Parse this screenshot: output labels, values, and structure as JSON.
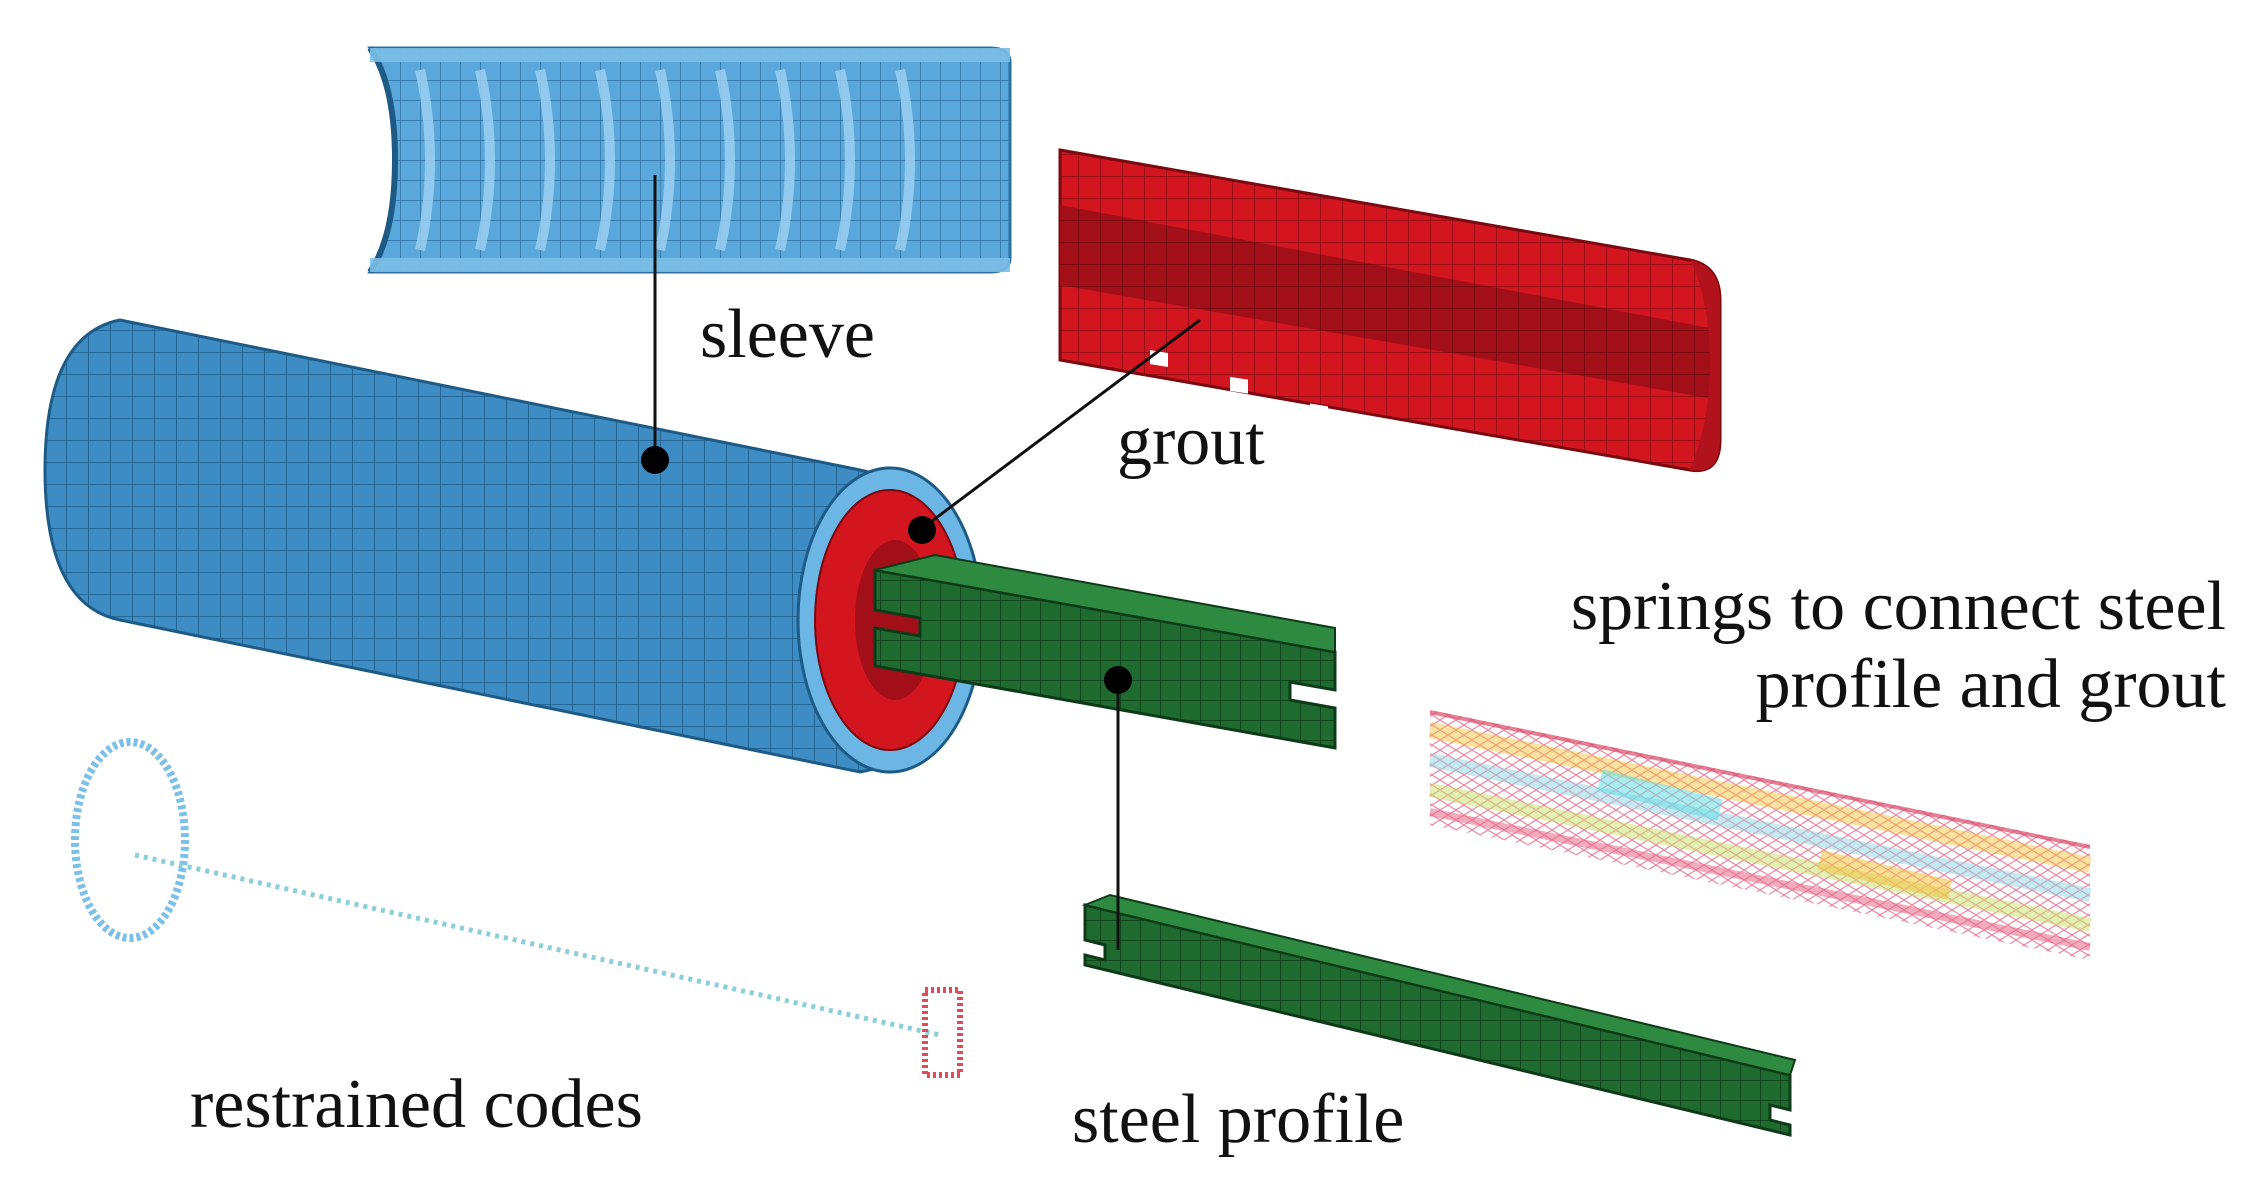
{
  "labels": {
    "sleeve": "sleeve",
    "grout": "grout",
    "springs_line1": "springs to connect steel",
    "springs_line2": "profile and grout",
    "restrained": "restrained codes",
    "steel": "steel profile"
  },
  "colors": {
    "sleeve": "#3d8cc4",
    "sleeve_light": "#6cb6e6",
    "grout": "#d3151f",
    "grout_dark": "#9e0e16",
    "steel": "#1f6b2f",
    "steel_dark": "#134a1f",
    "springs_pink": "#e86a8a",
    "nodes_blue": "#7cc0e8",
    "nodes_red": "#e04a5a"
  }
}
